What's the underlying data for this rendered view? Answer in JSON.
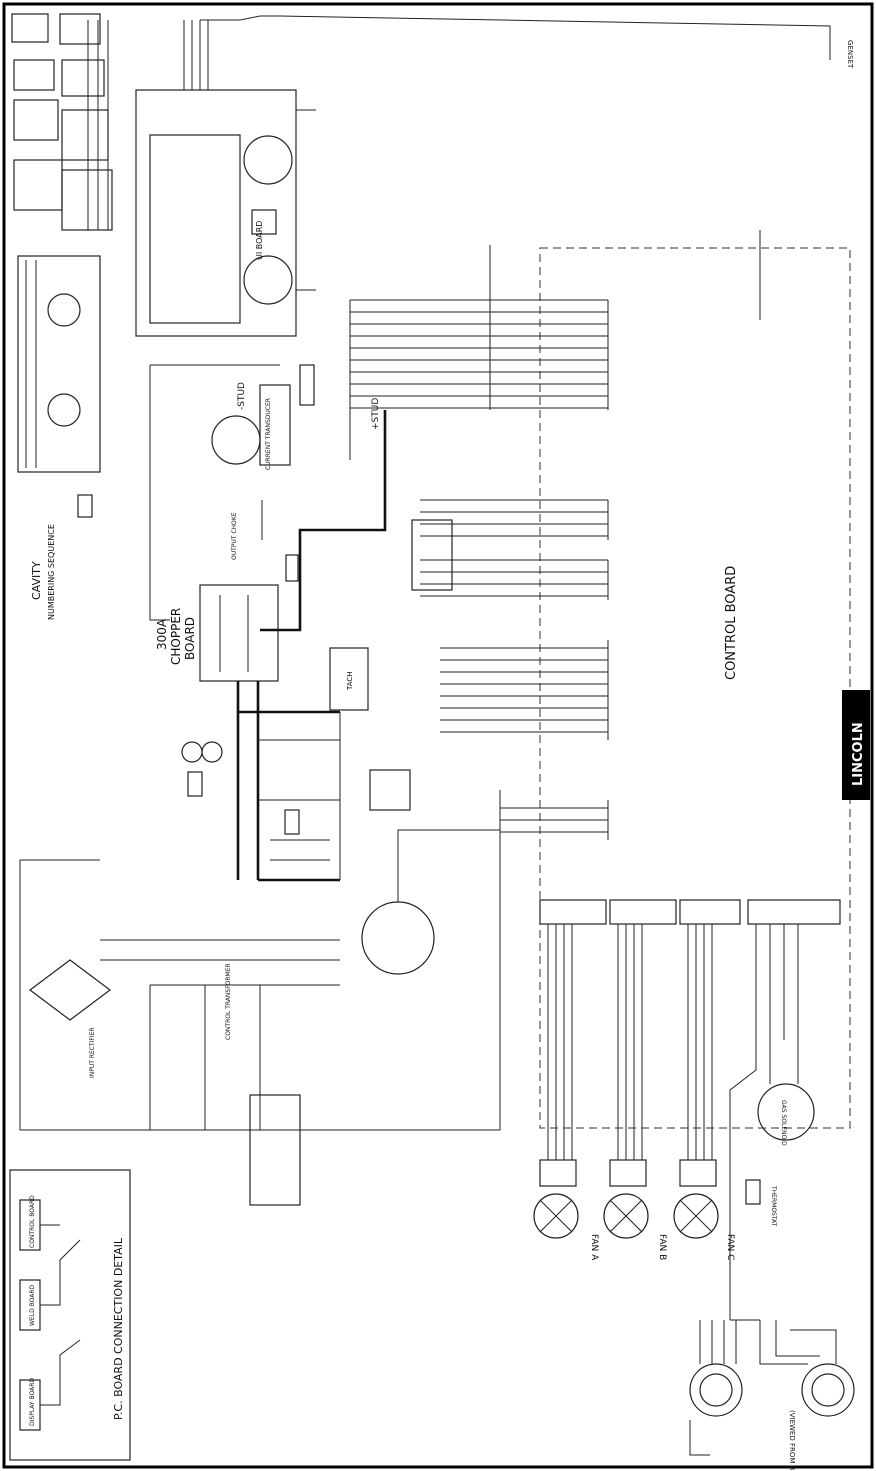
{
  "labels": {
    "control_board": "CONTROL BOARD",
    "chopper_board_line1": "300A",
    "chopper_board_line2": "CHOPPER",
    "chopper_board_line3": "BOARD",
    "pc_board_detail": "P.C. BOARD CONNECTION DETAIL",
    "ui_board": "UI BOARD",
    "cavity": "CAVITY",
    "cavity_sub": "NUMBERING SEQUENCE",
    "stud_neg": "-STUD",
    "stud_pos": "+STUD",
    "current_transducer": "CURRENT TRANSDUCER",
    "output_choke": "OUTPUT CHOKE",
    "control_transformer": "CONTROL TRANSFORMER",
    "viewed_from_rear": "(VIEWED FROM REAR)",
    "fan_a": "FAN A",
    "fan_b": "FAN B",
    "fan_c": "FAN C",
    "display_board": "DISPLAY BOARD",
    "weld_board": "WELD BOARD",
    "control_board_small": "CONTROL BOARD",
    "gas_solenoid": "GAS SOLENOID",
    "input_rectifier": "INPUT RECTIFIER",
    "tachometer": "TACH",
    "thermostat": "THERMOSTAT",
    "genset": "GENSET"
  },
  "brand": {
    "name": "LINCOLN"
  },
  "colors": {
    "ink": "#111111",
    "paper": "#ffffff",
    "brand_bg": "#000000",
    "brand_fg": "#ffffff"
  }
}
